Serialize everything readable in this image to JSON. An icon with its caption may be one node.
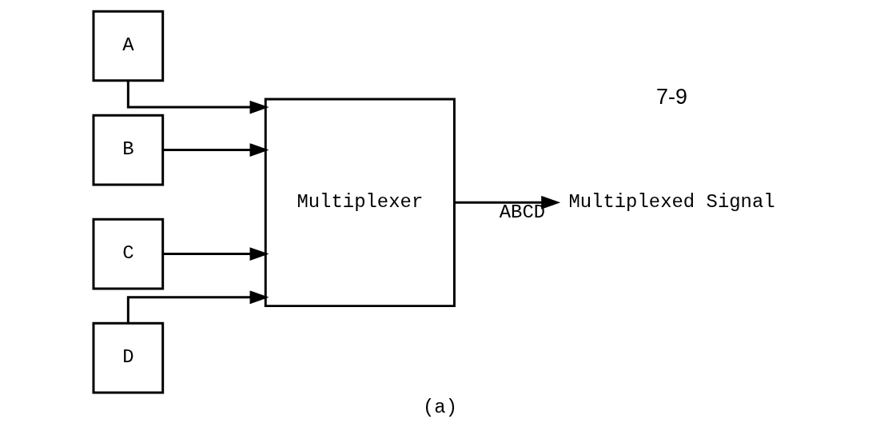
{
  "diagram": {
    "caption": "(a)",
    "nodes": [
      {
        "text": [
          "A"
        ]
      },
      {
        "text": [
          "B"
        ]
      },
      {
        "text": [
          "C"
        ]
      },
      {
        "text": [
          "D"
        ]
      },
      {
        "text": [
          "Multiplexer"
        ]
      },
      {
        "text": [
          "Multiplexed Signal"
        ]
      }
    ],
    "edges": [
      {
        "from": 0,
        "to": 4,
        "arrow": "to"
      },
      {
        "from": 1,
        "to": 4,
        "arrow": "to"
      },
      {
        "from": 2,
        "to": 4,
        "arrow": "to"
      },
      {
        "from": 3,
        "to": 4,
        "arrow": "to"
      },
      {
        "from": 4,
        "to": 5,
        "arrow": "to",
        "label": "ABCD"
      }
    ],
    "labels": [
      "7-9"
    ]
  }
}
